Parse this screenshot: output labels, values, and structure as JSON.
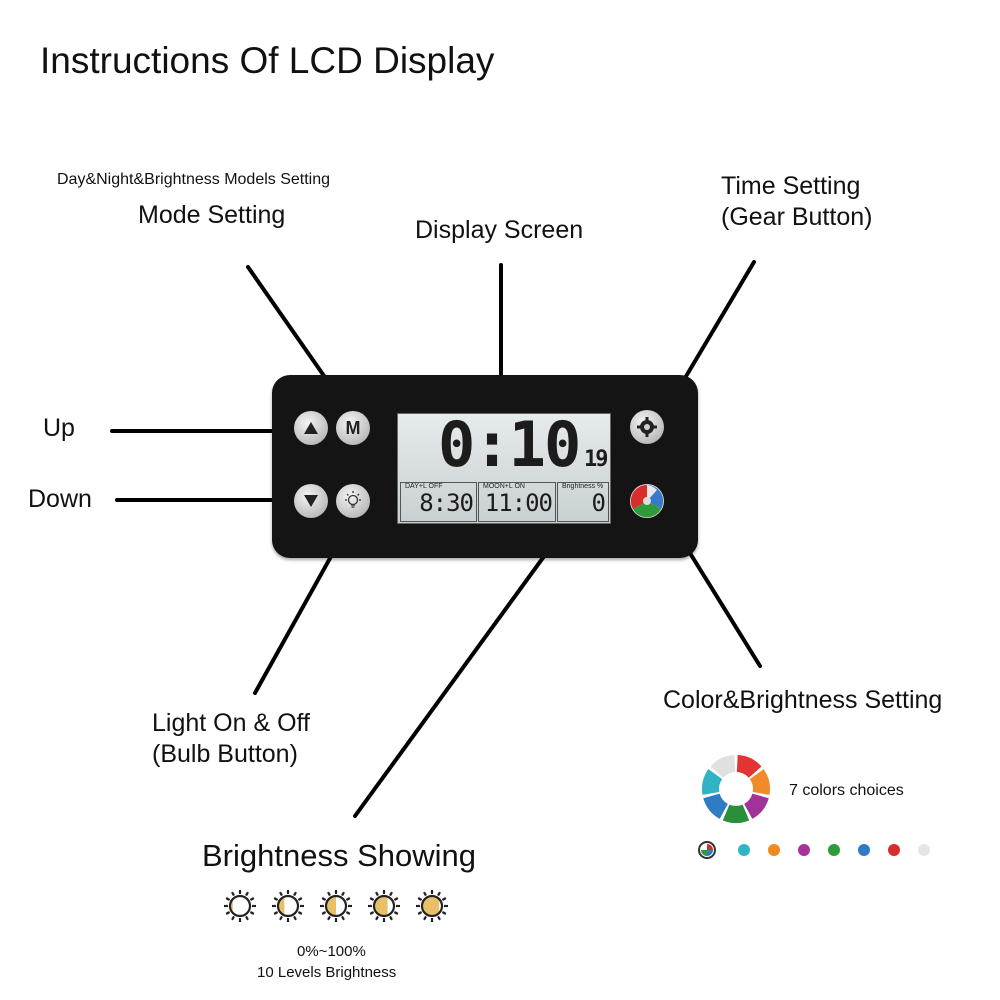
{
  "title": "Instructions Of LCD Display",
  "labels": {
    "models_setting": "Day&Night&Brightness Models Setting",
    "mode_setting": "Mode Setting",
    "display_screen": "Display Screen",
    "time_setting_line1": "Time Setting",
    "time_setting_line2": "(Gear Button)",
    "up": "Up",
    "down": "Down",
    "light_line1": "Light On & Off",
    "light_line2": "(Bulb Button)",
    "color_brightness": "Color&Brightness Setting",
    "brightness_showing": "Brightness Showing",
    "brightness_range": "0%~100%",
    "brightness_levels": "10 Levels Brightness",
    "colors_choices": "7 colors choices"
  },
  "device": {
    "mode_button": "M",
    "screen": {
      "time": "0:10",
      "seconds": "19",
      "day_tag": "DAY+L    OFF",
      "day_value": "8:30",
      "moon_tag": "MOON+L  ON",
      "moon_value": "11:00",
      "brightness_tag": "Brightness %",
      "brightness_value": "0"
    }
  },
  "colors": {
    "wheel": [
      "#e43333",
      "#f08a2a",
      "#a0329a",
      "#2a8e3a",
      "#2f7bc4",
      "#30b4c4",
      "#e0e0e0"
    ],
    "dots": [
      "#2fb5c6",
      "#f08a1e",
      "#a8329c",
      "#2f9a3a",
      "#2f7bc4",
      "#d92c2c",
      "#e6e6e6"
    ]
  },
  "brightness_icons": [
    0.1,
    0.3,
    0.5,
    0.7,
    0.9
  ]
}
